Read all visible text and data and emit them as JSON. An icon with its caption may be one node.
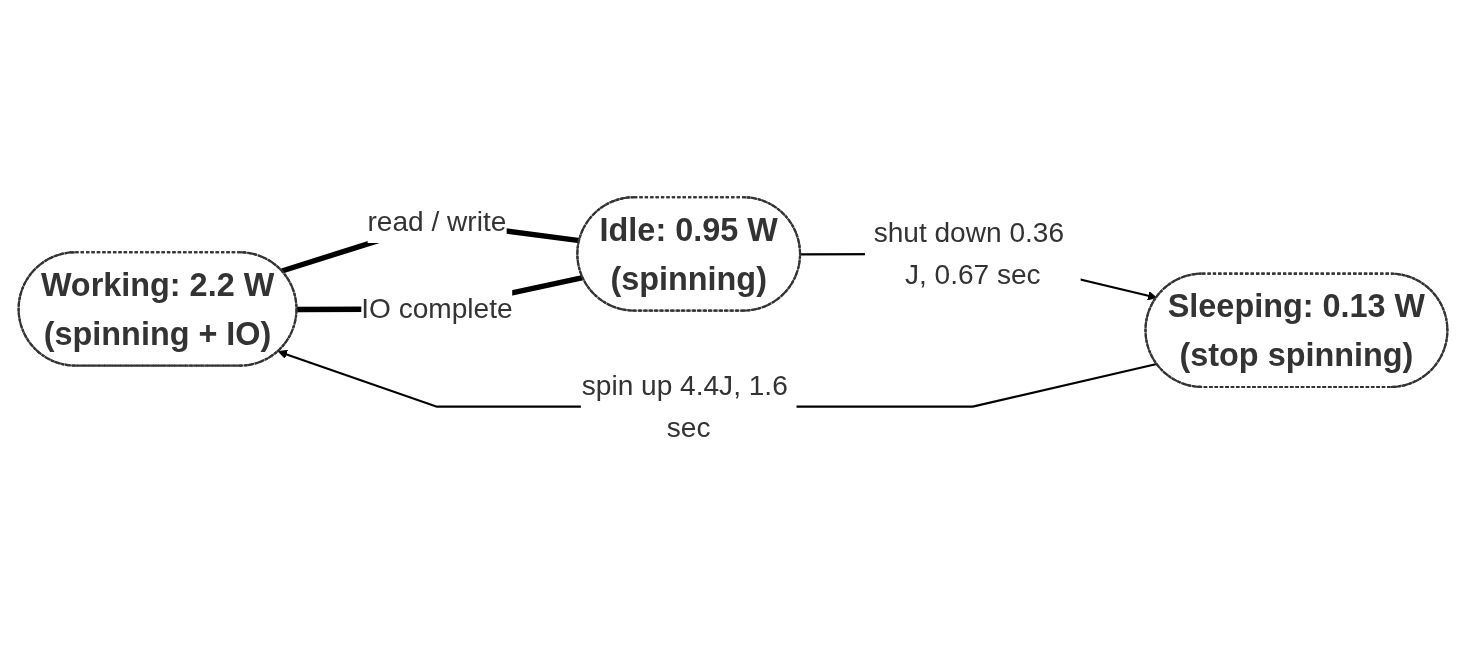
{
  "diagram": {
    "nodes": [
      {
        "text": [
          "Working: 2.2 W",
          "(spinning + IO)"
        ]
      },
      {
        "text": [
          "Idle: 0.95 W",
          "(spinning)"
        ]
      },
      {
        "text": [
          "Sleeping: 0.13 W",
          "(stop spinning)"
        ]
      }
    ],
    "edges": [
      {
        "from": 0,
        "to": 1,
        "arrow": "none",
        "style": "thick",
        "label": "read / write"
      },
      {
        "from": 1,
        "to": 0,
        "arrow": "none",
        "style": "thick",
        "label": "IO complete"
      },
      {
        "from": 1,
        "to": 2,
        "arrow": "to",
        "label": "shut down 0.36 J, 0.67 sec"
      },
      {
        "from": 2,
        "to": 0,
        "arrow": "to",
        "label": "spin up 4.4J, 1.6 sec"
      }
    ]
  }
}
